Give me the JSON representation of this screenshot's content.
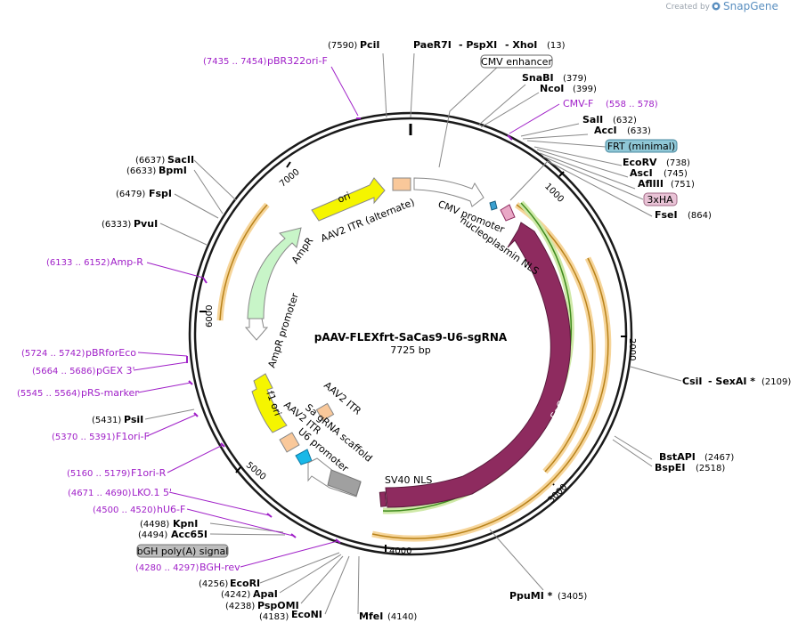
{
  "brand": {
    "prefix": "Created by",
    "name": "SnapGene"
  },
  "plasmid": {
    "name": "pAAV-FLEXfrt-SaCas9-U6-sgRNA",
    "size": "7725 bp"
  },
  "ticks": [
    "1000",
    "2000",
    "3000",
    "4000",
    "5000",
    "6000",
    "7000"
  ],
  "sites": [
    {
      "name": "PciI",
      "pos": "(7590)"
    },
    {
      "name": "PaeR7I",
      "pos": ""
    },
    {
      "name": "- PspXI",
      "pos": ""
    },
    {
      "name": "- XhoI",
      "pos": "(13)"
    },
    {
      "name": "SnaBI",
      "pos": "(379)"
    },
    {
      "name": "NcoI",
      "pos": "(399)"
    },
    {
      "name": "SalI",
      "pos": "(632)"
    },
    {
      "name": "AccI",
      "pos": "(633)"
    },
    {
      "name": "EcoRV",
      "pos": "(738)"
    },
    {
      "name": "AscI",
      "pos": "(745)"
    },
    {
      "name": "AflIII",
      "pos": "(751)"
    },
    {
      "name": "FseI",
      "pos": "(864)"
    },
    {
      "name": "CsiI",
      "pos": ""
    },
    {
      "name": "- SexAI *",
      "pos": "(2109)"
    },
    {
      "name": "BstAPI",
      "pos": "(2467)"
    },
    {
      "name": "BspEI",
      "pos": "(2518)"
    },
    {
      "name": "PpuMI *",
      "pos": "(3405)"
    },
    {
      "name": "MfeI",
      "pos": "(4140)"
    },
    {
      "name": "EcoNI",
      "pos": "(4183)"
    },
    {
      "name": "PspOMI",
      "pos": "(4238)"
    },
    {
      "name": "ApaI",
      "pos": "(4242)"
    },
    {
      "name": "EcoRI",
      "pos": "(4256)"
    },
    {
      "name": "Acc65I",
      "pos": "(4494)"
    },
    {
      "name": "KpnI",
      "pos": "(4498)"
    },
    {
      "name": "PsiI",
      "pos": "(5431)"
    },
    {
      "name": "PvuI",
      "pos": "(6333)"
    },
    {
      "name": "FspI",
      "pos": "(6479)"
    },
    {
      "name": "BpmI",
      "pos": "(6633)"
    },
    {
      "name": "SacII",
      "pos": "(6637)"
    }
  ],
  "primers": [
    {
      "name": "pBR322ori-F",
      "pos": "(7435 .. 7454)"
    },
    {
      "name": "CMV-F",
      "pos": "(558 .. 578)"
    },
    {
      "name": "Amp-R",
      "pos": "(6133 .. 6152)"
    },
    {
      "name": "pBRforEco",
      "pos": "(5724 .. 5742)"
    },
    {
      "name": "pGEX 3'",
      "pos": "(5664 .. 5686)"
    },
    {
      "name": "pRS-marker",
      "pos": "(5545 .. 5564)"
    },
    {
      "name": "F1ori-F",
      "pos": "(5370 .. 5391)"
    },
    {
      "name": "F1ori-R",
      "pos": "(5160 .. 5179)"
    },
    {
      "name": "LKO.1 5'",
      "pos": "(4671 .. 4690)"
    },
    {
      "name": "hU6-F",
      "pos": "(4500 .. 4520)"
    },
    {
      "name": "BGH-rev",
      "pos": "(4280 .. 4297)"
    }
  ],
  "boxed": {
    "cmv_enhancer": "CMV enhancer",
    "frt": "FRT (minimal)",
    "xha": "3xHA",
    "bgh": "bGH poly(A) signal"
  },
  "features": {
    "ori": "ori",
    "aav2_itr_alt": "AAV2 ITR (alternate)",
    "cmv_promoter": "CMV promoter",
    "nucleoplasmin_nls": "nucleoplasmin NLS",
    "ampr": "AmpR",
    "ampr_promoter": "AmpR promoter",
    "f1_ori": "f1 ori",
    "aav2_itr_1": "AAV2 ITR",
    "aav2_itr_2": "AAV2 ITR",
    "sa_sgrna": "Sa gRNA scaffold",
    "u6_promoter": "U6 promoter",
    "sv40_nls": "SV40 NLS",
    "sacas9": "SaCas9"
  },
  "colors": {
    "backbone": "#1a1a1a",
    "sacas9": "#8e2b5f",
    "ori": "#f5f500",
    "ampr": "#c8f5c8",
    "itr": "#f9c89a",
    "cmv": "#ffffff",
    "u6": "#ffffff",
    "frt_box": "#8fc7d6",
    "xha_box": "#e9c3d6",
    "primer": "#a020c8",
    "orf_orange": "#f0a030",
    "orf_green": "#6bb830",
    "small_blue": "#3aa0d0",
    "small_cyan": "#18b8e8",
    "grey": "#a0a0a0"
  }
}
